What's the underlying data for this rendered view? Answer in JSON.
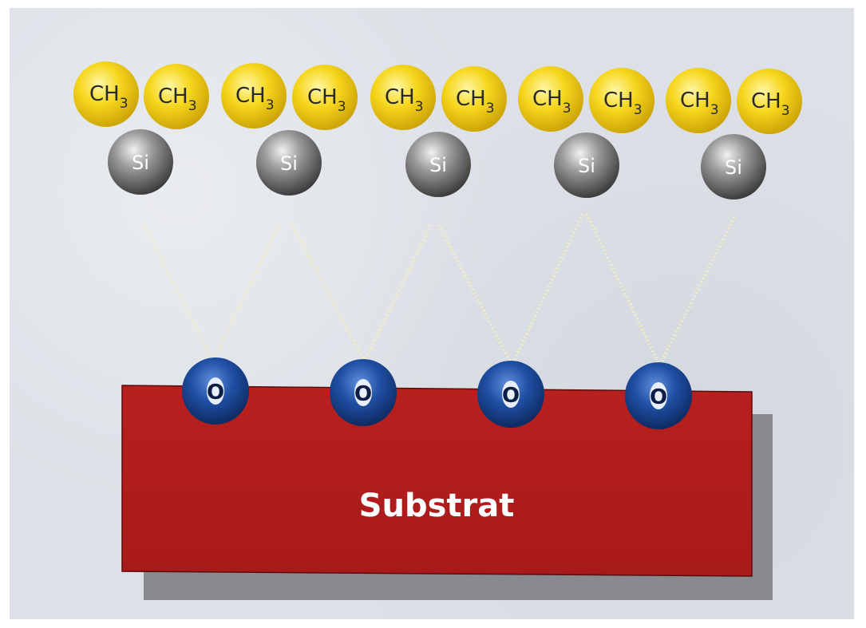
{
  "substrate": {
    "label": "Substrat"
  },
  "methyl_groups": [
    {
      "label": "CH",
      "subscript": "3"
    },
    {
      "label": "CH",
      "subscript": "3"
    },
    {
      "label": "CH",
      "subscript": "3"
    },
    {
      "label": "CH",
      "subscript": "3"
    },
    {
      "label": "CH",
      "subscript": "3"
    },
    {
      "label": "CH",
      "subscript": "3"
    },
    {
      "label": "CH",
      "subscript": "3"
    },
    {
      "label": "CH",
      "subscript": "3"
    },
    {
      "label": "CH",
      "subscript": "3"
    },
    {
      "label": "CH",
      "subscript": "3"
    }
  ],
  "silicon_atoms": [
    {
      "label": "Si"
    },
    {
      "label": "Si"
    },
    {
      "label": "Si"
    },
    {
      "label": "Si"
    },
    {
      "label": "Si"
    }
  ],
  "oxygen_atoms": [
    {
      "label": "O"
    },
    {
      "label": "O"
    },
    {
      "label": "O"
    },
    {
      "label": "O"
    }
  ],
  "colors": {
    "background": "#dde1e7",
    "substrate": "#b01c1c",
    "substrate_shadow": "#7d7f83",
    "methyl": "#f2d21a",
    "silicon": "#8c8c8c",
    "oxygen": "#1d4ea0",
    "bond": "#f4efc2"
  }
}
